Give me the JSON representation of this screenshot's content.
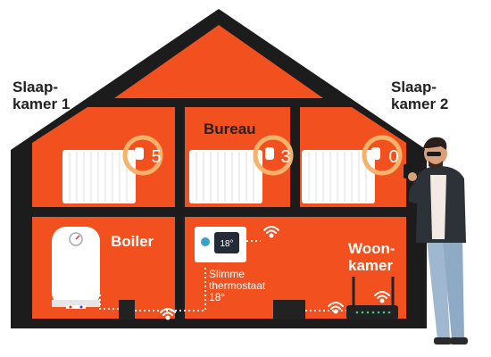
{
  "colors": {
    "wall": "#1c1c1c",
    "room": "#f2511f",
    "dial": "#f5b26b",
    "radiator": "#ffffff",
    "wire": "#ffffff"
  },
  "labels": {
    "slaapkamer1_line1": "Slaap-",
    "slaapkamer1_line2": "kamer 1",
    "slaapkamer2_line1": "Slaap-",
    "slaapkamer2_line2": "kamer 2",
    "bureau": "Bureau",
    "boiler": "Boiler",
    "woonkamer_line1": "Woon-",
    "woonkamer_line2": "kamer"
  },
  "radiator_valves": [
    {
      "room": "Slaapkamer 1",
      "setting": "5"
    },
    {
      "room": "Bureau",
      "setting": "3"
    },
    {
      "room": "Slaapkamer 2",
      "setting": "0"
    }
  ],
  "thermostat": {
    "display_temp": "18°",
    "caption_line1": "Slimme",
    "caption_line2": "thermostaat",
    "caption_line3": "18°"
  },
  "icons": {
    "wifi": "wifi-icon",
    "router": "router-icon",
    "radiator": "radiator-icon",
    "boiler": "water-heater-icon",
    "person": "person-with-phone"
  }
}
